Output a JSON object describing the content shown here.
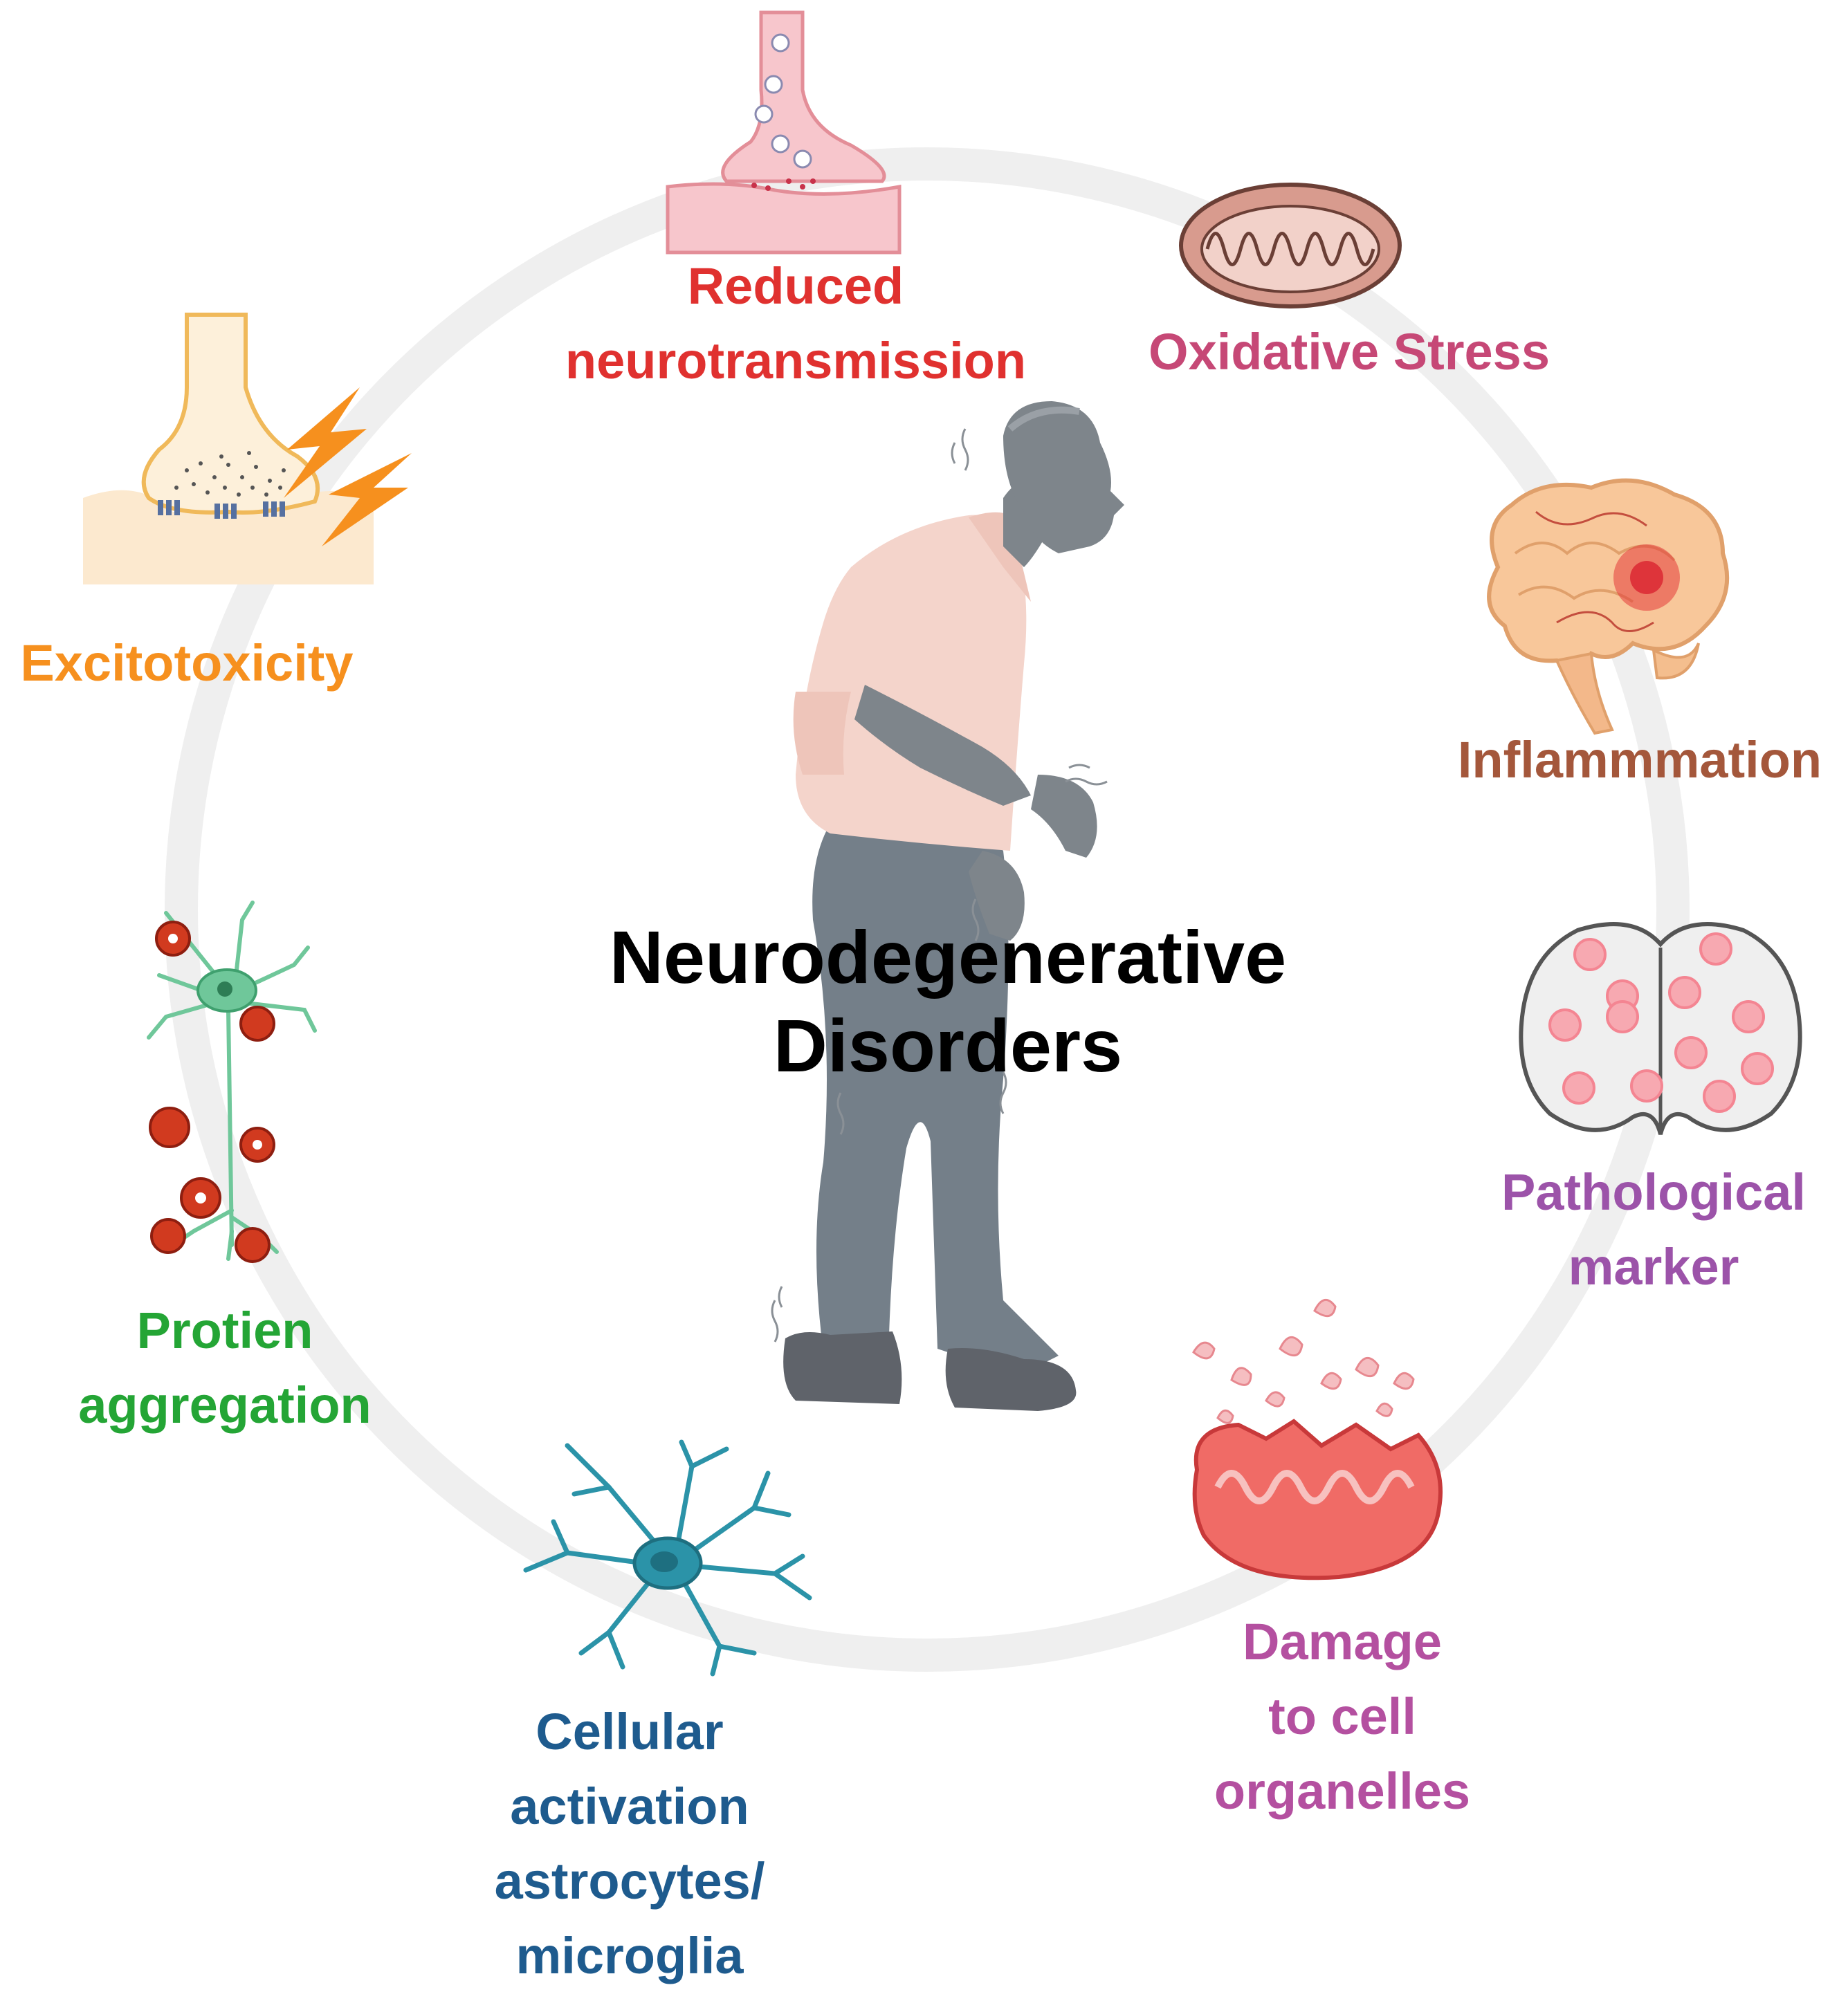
{
  "title": [
    "Neurodegenerative",
    "Disorders"
  ],
  "labels": {
    "reduced_neurotransmission": [
      "Reduced",
      "neurotransmission"
    ],
    "oxidative_stress": [
      "Oxidative Stress"
    ],
    "inflammation": [
      "Inflammmation"
    ],
    "pathological_marker": [
      "Pathological",
      "marker"
    ],
    "damage_to_cell_organelles": [
      "Damage",
      "to cell",
      "organelles"
    ],
    "cellular_activation": [
      "Cellular",
      "activation",
      "astrocytes/",
      "microglia"
    ],
    "protein_aggregation": [
      "Protien",
      "aggregation"
    ],
    "excitotoxicity": [
      "Excitotoxicity"
    ]
  },
  "colors": {
    "reduced_neurotransmission": "#E0312F",
    "oxidative_stress": "#C64876",
    "inflammation": "#A4573B",
    "pathological_marker": "#9C53A9",
    "damage_to_cell_organelles": "#B450A0",
    "cellular_activation": "#1E5B8E",
    "protein_aggregation": "#24A535",
    "excitotoxicity": "#F6901E",
    "ring": "#EFEFEF"
  }
}
